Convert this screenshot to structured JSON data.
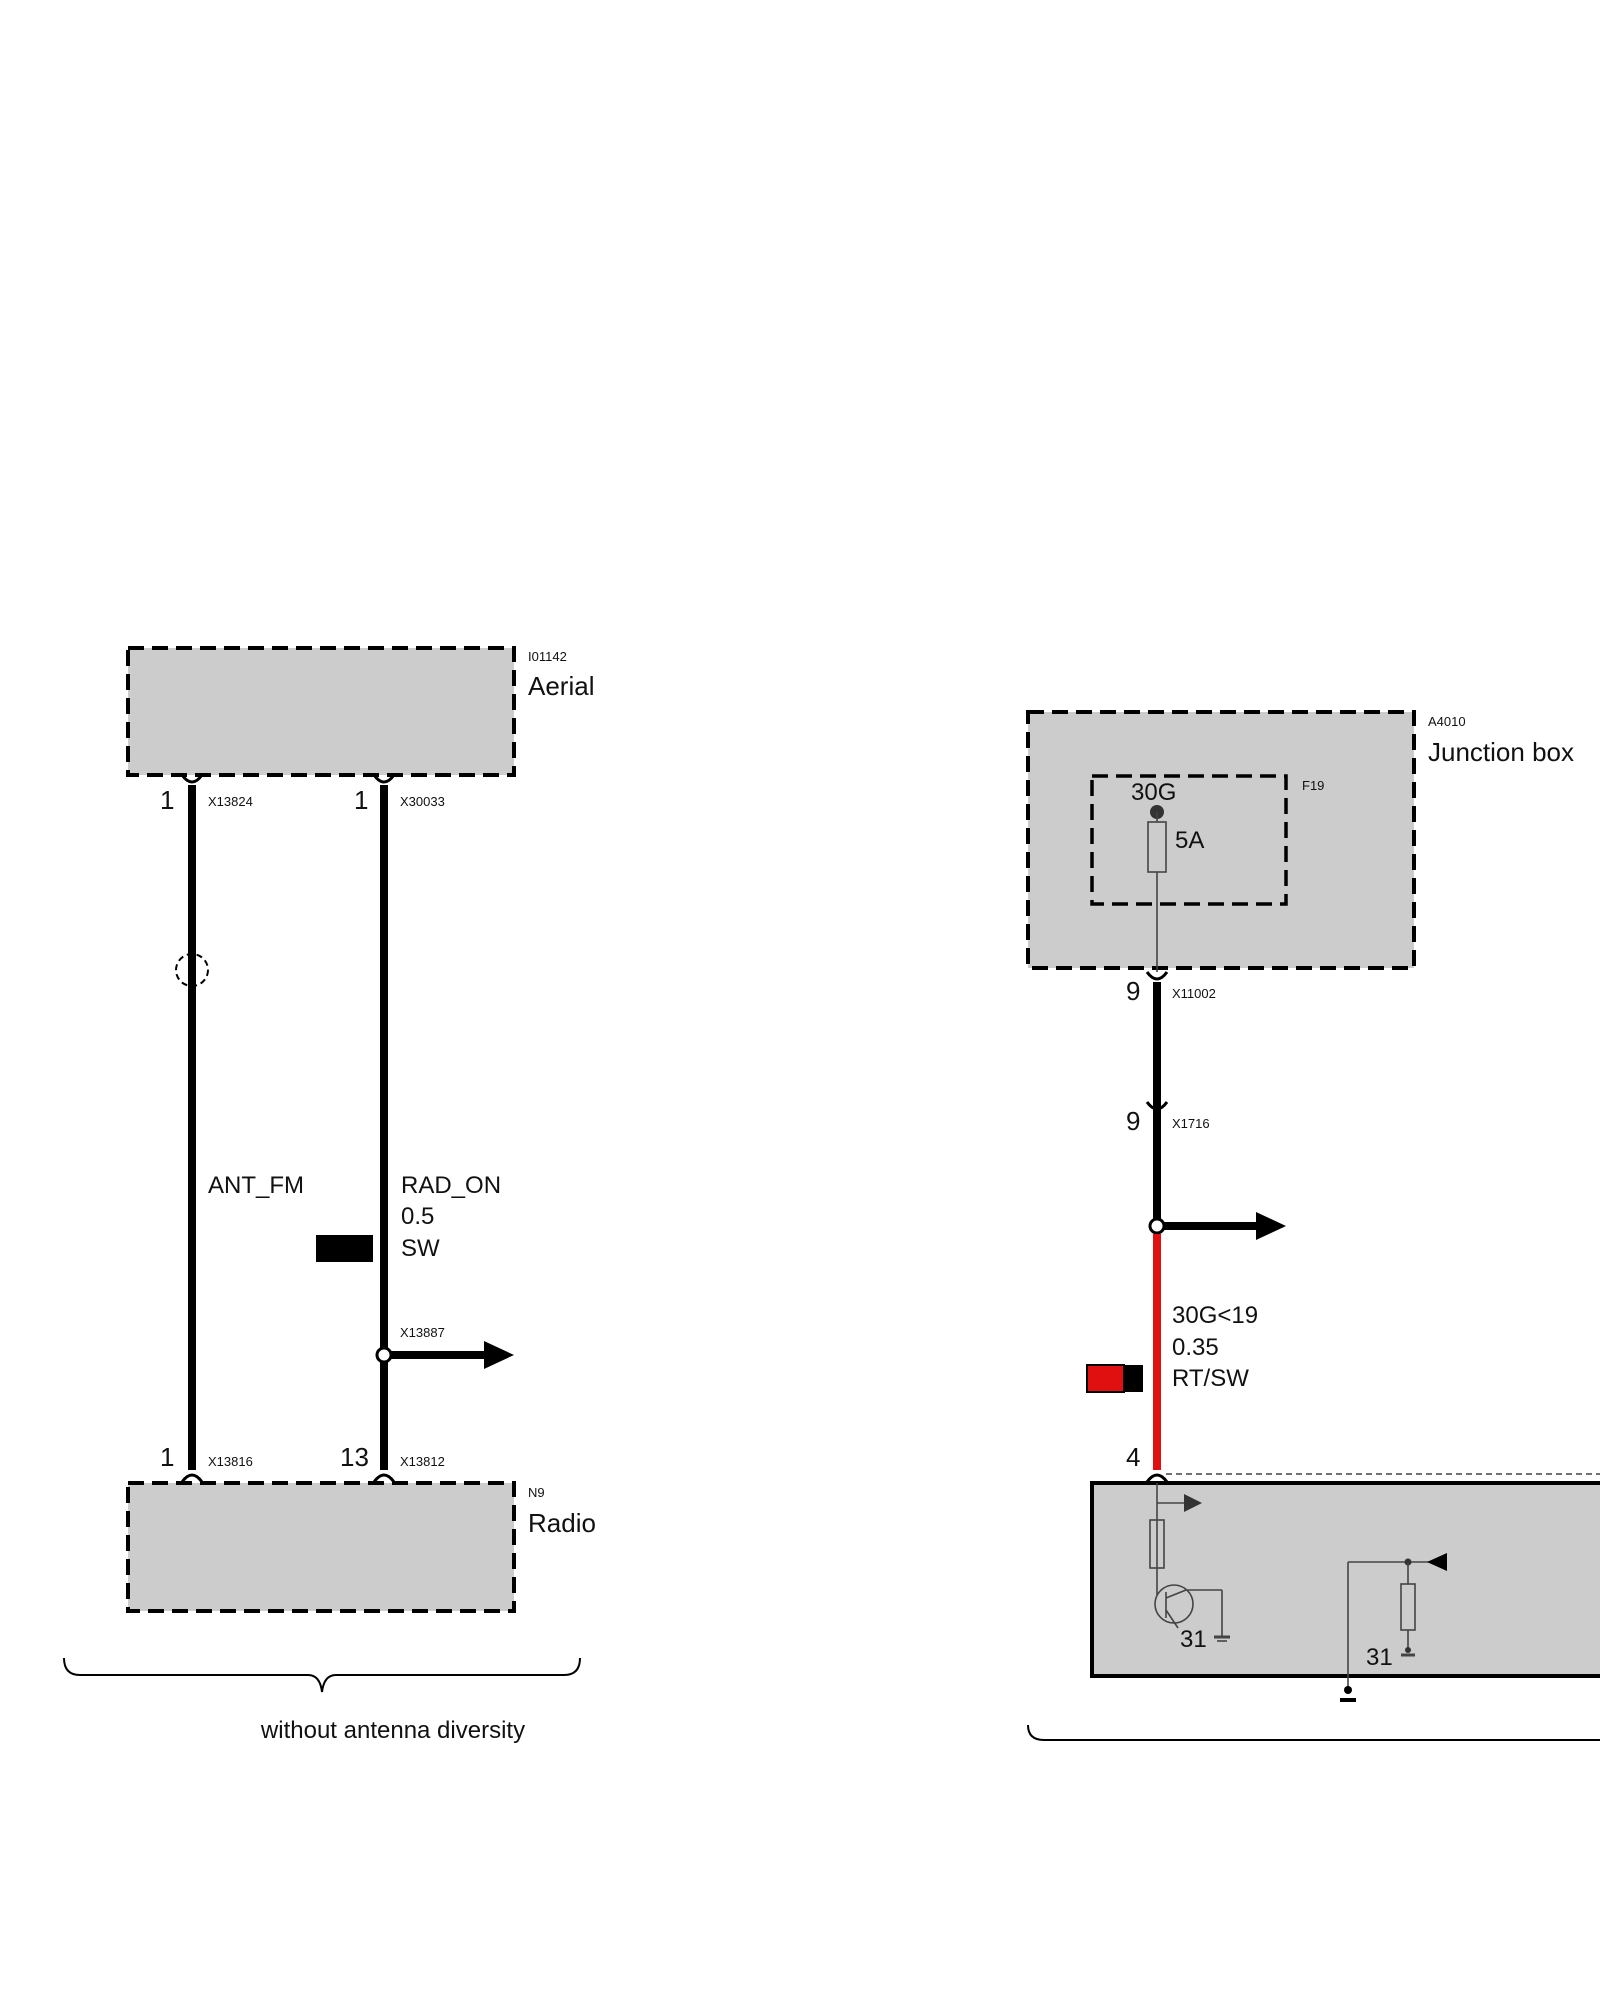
{
  "components": {
    "aerial": {
      "id": "I01142",
      "name": "Aerial"
    },
    "radio": {
      "id": "N9",
      "name": "Radio"
    },
    "junction_box": {
      "id": "A4010",
      "name": "Junction box"
    },
    "fuse": {
      "id": "F19",
      "terminal": "30G",
      "rating": "5A"
    }
  },
  "connectors": {
    "x13824": {
      "id": "X13824",
      "pin": "1"
    },
    "x30033": {
      "id": "X30033",
      "pin": "1"
    },
    "x13816": {
      "id": "X13816",
      "pin": "1"
    },
    "x13812": {
      "id": "X13812",
      "pin": "13"
    },
    "x13887": {
      "id": "X13887"
    },
    "x11002": {
      "id": "X11002",
      "pin": "9"
    },
    "x1716": {
      "id": "X1716",
      "pin": "9"
    },
    "lower_right": {
      "pin": "4"
    }
  },
  "wires": {
    "ant_fm": {
      "signal": "ANT_FM"
    },
    "rad_on": {
      "signal": "RAD_ON",
      "size": "0.5",
      "color_code": "SW",
      "swatch": [
        "#000000"
      ]
    },
    "supply": {
      "signal": "30G<19",
      "size": "0.35",
      "color_code": "RT/SW",
      "swatch": [
        "#e01010",
        "#000000"
      ]
    }
  },
  "ground": {
    "label": "31"
  },
  "brackets": {
    "left": {
      "label": "without antenna diversity"
    }
  },
  "colors": {
    "box_fill": "#cccccc",
    "wire": "#000000",
    "wire_red": "#e01010"
  }
}
